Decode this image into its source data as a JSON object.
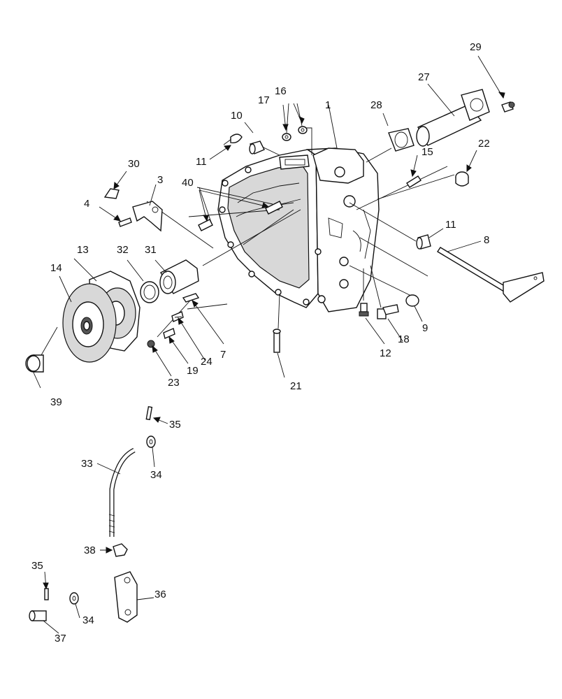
{
  "diagram": {
    "callouts": [
      {
        "id": "c1",
        "text": "1"
      },
      {
        "id": "c3",
        "text": "3"
      },
      {
        "id": "c4",
        "text": "4"
      },
      {
        "id": "c7",
        "text": "7"
      },
      {
        "id": "c8",
        "text": "8"
      },
      {
        "id": "c9",
        "text": "9"
      },
      {
        "id": "c10",
        "text": "10"
      },
      {
        "id": "c11a",
        "text": "11"
      },
      {
        "id": "c11b",
        "text": "11"
      },
      {
        "id": "c12",
        "text": "12"
      },
      {
        "id": "c13",
        "text": "13"
      },
      {
        "id": "c14",
        "text": "14"
      },
      {
        "id": "c15",
        "text": "15"
      },
      {
        "id": "c16",
        "text": "16"
      },
      {
        "id": "c17",
        "text": "17"
      },
      {
        "id": "c18",
        "text": "18"
      },
      {
        "id": "c19",
        "text": "19"
      },
      {
        "id": "c21",
        "text": "21"
      },
      {
        "id": "c22",
        "text": "22"
      },
      {
        "id": "c23",
        "text": "23"
      },
      {
        "id": "c24",
        "text": "24"
      },
      {
        "id": "c27",
        "text": "27"
      },
      {
        "id": "c28",
        "text": "28"
      },
      {
        "id": "c29",
        "text": "29"
      },
      {
        "id": "c30",
        "text": "30"
      },
      {
        "id": "c31",
        "text": "31"
      },
      {
        "id": "c32",
        "text": "32"
      },
      {
        "id": "c33",
        "text": "33"
      },
      {
        "id": "c34a",
        "text": "34"
      },
      {
        "id": "c34b",
        "text": "34"
      },
      {
        "id": "c35a",
        "text": "35"
      },
      {
        "id": "c35b",
        "text": "35"
      },
      {
        "id": "c36",
        "text": "36"
      },
      {
        "id": "c37",
        "text": "37"
      },
      {
        "id": "c38",
        "text": "38"
      },
      {
        "id": "c39",
        "text": "39"
      },
      {
        "id": "c40",
        "text": "40"
      }
    ]
  }
}
